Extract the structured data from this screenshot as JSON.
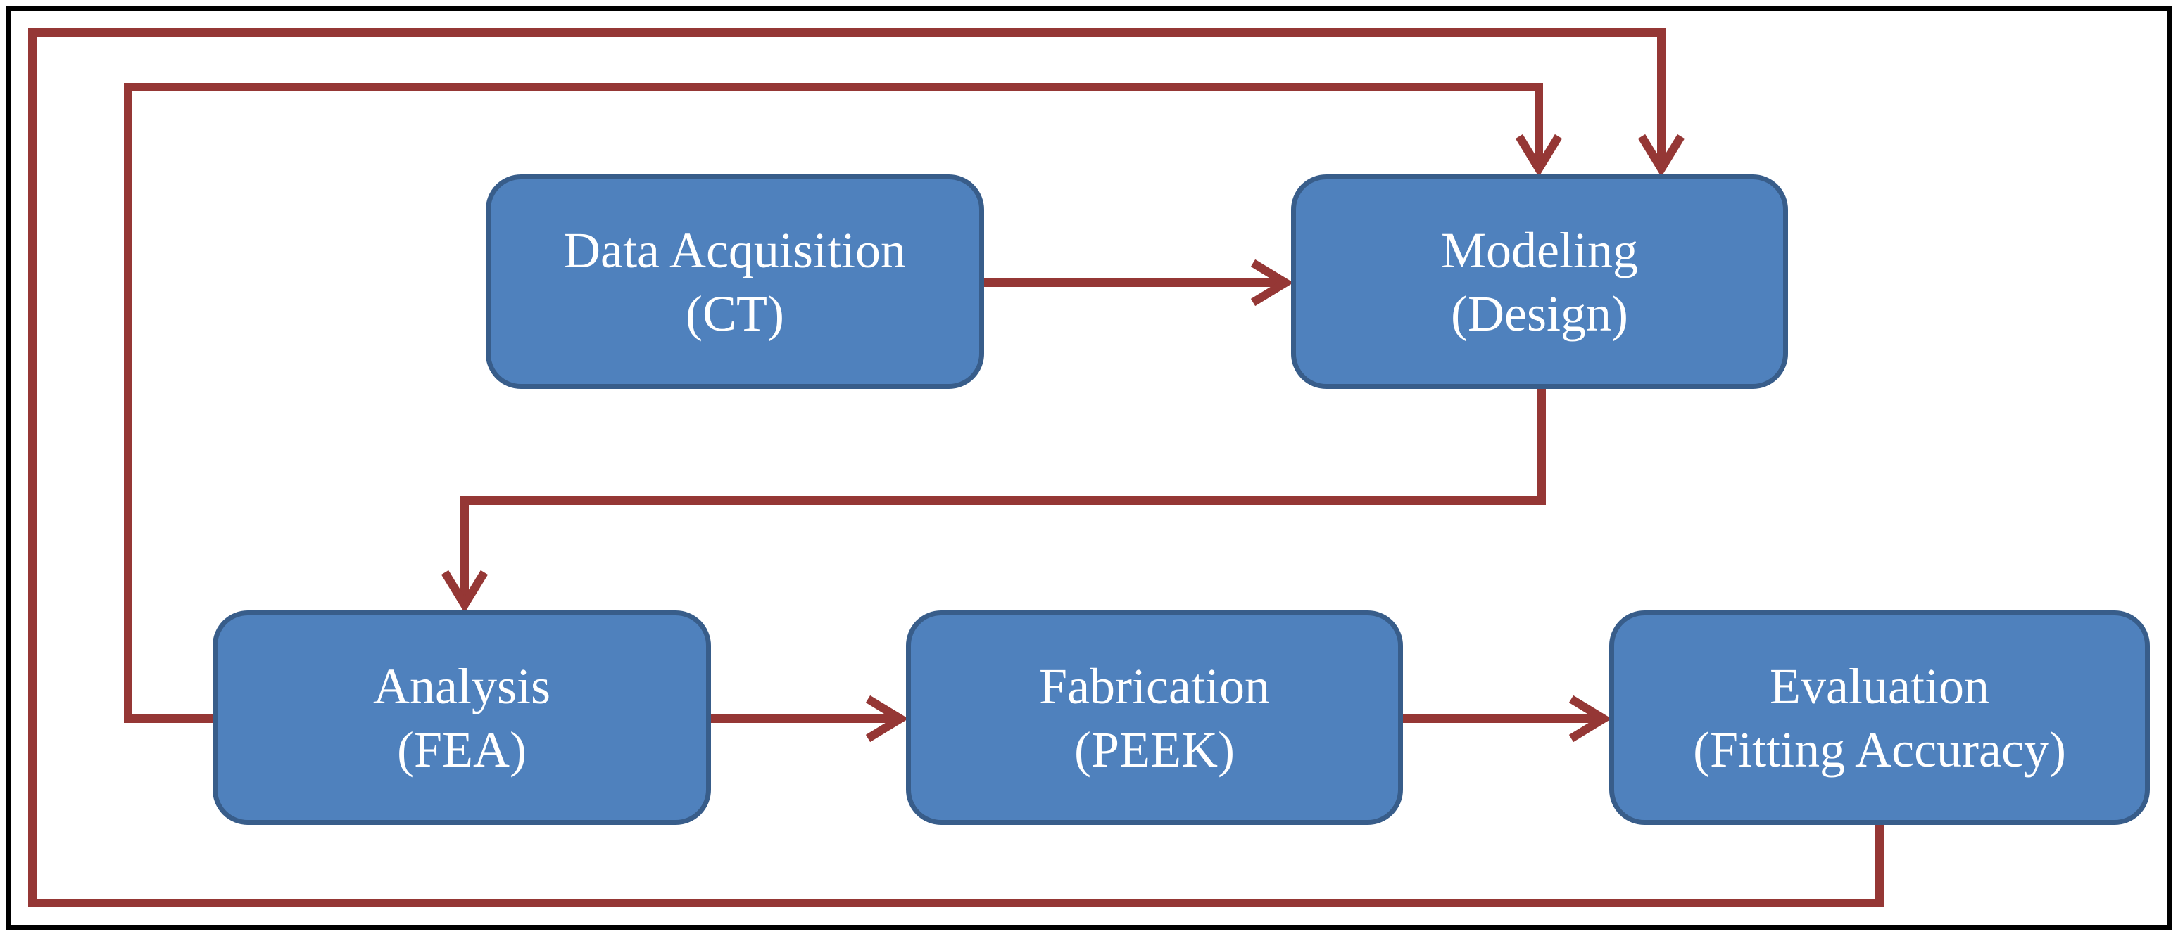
{
  "colors": {
    "box_fill": "#4f81bd",
    "box_border": "#385d8a",
    "connector": "#953735",
    "frame": "#000000",
    "text": "#ffffff"
  },
  "nodes": {
    "data_acquisition": {
      "line1": "Data Acquisition",
      "line2": "(CT)"
    },
    "modeling": {
      "line1": "Modeling",
      "line2": "(Design)"
    },
    "analysis": {
      "line1": "Analysis",
      "line2": "(FEA)"
    },
    "fabrication": {
      "line1": "Fabrication",
      "line2": "(PEEK)"
    },
    "evaluation": {
      "line1": "Evaluation",
      "line2": "(Fitting Accuracy)"
    }
  },
  "edges": [
    {
      "from": "data_acquisition",
      "to": "modeling"
    },
    {
      "from": "modeling",
      "to": "analysis"
    },
    {
      "from": "analysis",
      "to": "fabrication"
    },
    {
      "from": "fabrication",
      "to": "evaluation"
    },
    {
      "from": "analysis",
      "to": "modeling"
    },
    {
      "from": "evaluation",
      "to": "modeling"
    }
  ]
}
